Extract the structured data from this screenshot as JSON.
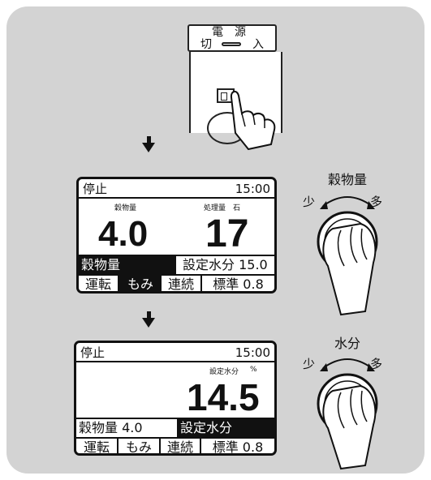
{
  "power_switch": {
    "title": "電　源",
    "off": "切",
    "on": "入"
  },
  "screen1": {
    "status": "停止",
    "time": "15:00",
    "grain_label": "穀物量",
    "grain_value": "4.0",
    "processed_label": "処理量",
    "processed_unit": "石",
    "processed_value": "17",
    "row2_left": "穀物量",
    "row2_right": "設定水分 15.0",
    "menu": [
      "運転",
      "もみ",
      "連続",
      "標準 0.8"
    ]
  },
  "screen2": {
    "status": "停止",
    "time": "15:00",
    "moisture_label": "設定水分",
    "moisture_unit": "%",
    "moisture_value": "14.5",
    "row2_left": "穀物量 4.0",
    "row2_right": "設定水分",
    "menu": [
      "運転",
      "もみ",
      "連続",
      "標準 0.8"
    ]
  },
  "dial1": {
    "title": "穀物量",
    "less": "少",
    "more": "多"
  },
  "dial2": {
    "title": "水分",
    "less": "少",
    "more": "多"
  },
  "colors": {
    "panel": "#d3d3d3",
    "ink": "#111111",
    "highlight": "#111111"
  }
}
